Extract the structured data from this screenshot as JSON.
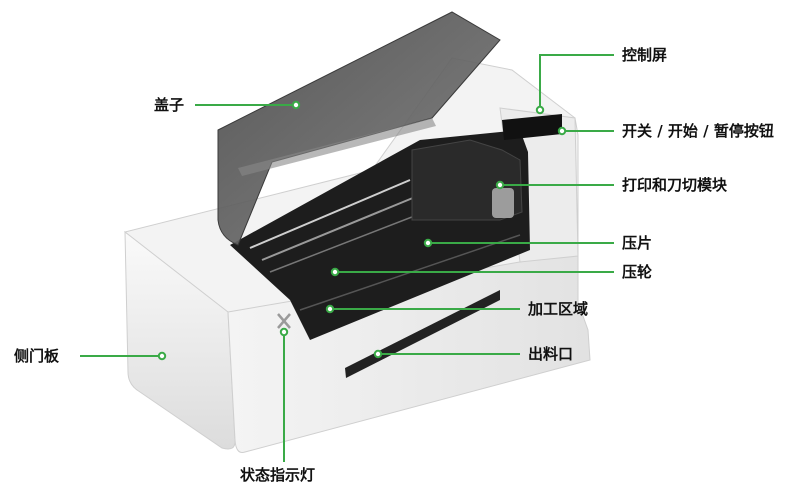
{
  "labels": {
    "control_screen": "控制屏",
    "lid": "盖子",
    "power_button": "开关 / 开始 / 暂停按钮",
    "print_cut_module": "打印和刀切模块",
    "pressure_plate": "压片",
    "pressure_wheel": "压轮",
    "processing_area": "加工区域",
    "side_panel": "侧门板",
    "output_slot": "出料口",
    "status_light": "状态指示灯"
  },
  "colors": {
    "leader_line": "#3aaa47",
    "body": "#f2f2f2",
    "lid_glass": "#5a5a5a",
    "interior": "#1a1a1a"
  }
}
